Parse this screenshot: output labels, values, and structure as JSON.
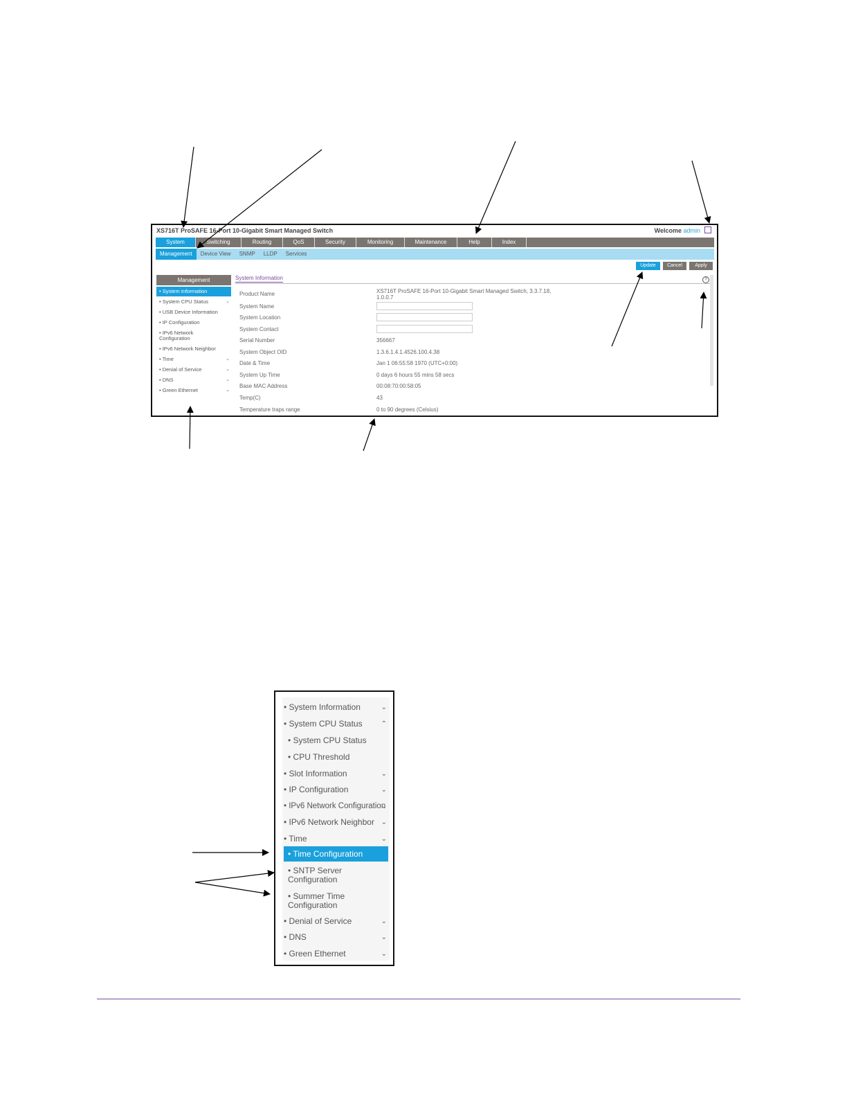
{
  "screen1": {
    "title": "XS716T ProSAFE 16-Port 10-Gigabit Smart Managed Switch",
    "welcome": "Welcome",
    "user": "admin",
    "nav": [
      "System",
      "Switching",
      "Routing",
      "QoS",
      "Security",
      "Monitoring",
      "Maintenance",
      "Help",
      "Index"
    ],
    "subnav": [
      "Management",
      "Device View",
      "SNMP",
      "LLDP",
      "Services"
    ],
    "buttons": {
      "update": "Update",
      "cancel": "Cancel",
      "apply": "Apply"
    },
    "sidebar_header": "Management",
    "sidebar": [
      {
        "label": "System Information"
      },
      {
        "label": "System CPU Status"
      },
      {
        "label": "USB Device Information"
      },
      {
        "label": "IP Configuration"
      },
      {
        "label": "IPv6 Network Configuration"
      },
      {
        "label": "IPv6 Network Neighbor"
      },
      {
        "label": "Time"
      },
      {
        "label": "Denial of Service"
      },
      {
        "label": "DNS"
      },
      {
        "label": "Green Ethernet"
      }
    ],
    "section_title": "System Information",
    "rows": [
      {
        "label": "Product Name",
        "value": "XS716T ProSAFE 16-Port 10-Gigabit Smart Managed Switch, 3.3.7.18, 1.0.0.7"
      },
      {
        "label": "System Name",
        "value": ""
      },
      {
        "label": "System Location",
        "value": ""
      },
      {
        "label": "System Contact",
        "value": ""
      },
      {
        "label": "Serial Number",
        "value": "356667"
      },
      {
        "label": "System Object OID",
        "value": "1.3.6.1.4.1.4526.100.4.38"
      },
      {
        "label": "Date & Time",
        "value": "Jan 1 06:55:58 1970 (UTC+0:00)"
      },
      {
        "label": "System Up Time",
        "value": "0 days 6 hours 55 mins 58 secs"
      },
      {
        "label": "Base MAC Address",
        "value": "00:08:70:00:58:05"
      },
      {
        "label": "Temp(C)",
        "value": "43"
      },
      {
        "label": "Temperature traps range",
        "value": "0 to 90 degrees (Celsius)"
      }
    ],
    "help_symbol": "?"
  },
  "screen2": {
    "items": [
      {
        "label": "System Information"
      },
      {
        "label": "System CPU Status"
      },
      {
        "label": "System CPU Status"
      },
      {
        "label": "CPU Threshold"
      },
      {
        "label": "Slot Information"
      },
      {
        "label": "IP Configuration"
      },
      {
        "label": "IPv6 Network Configuration"
      },
      {
        "label": "IPv6 Network Neighbor"
      },
      {
        "label": "Time"
      },
      {
        "label": "Time Configuration"
      },
      {
        "label": "SNTP Server Configuration"
      },
      {
        "label": "Summer Time Configuration"
      },
      {
        "label": "Denial of Service"
      },
      {
        "label": "DNS"
      },
      {
        "label": "Green Ethernet"
      }
    ]
  },
  "colors": {
    "accent": "#1aa0dc",
    "nav_bg": "#7a7570",
    "subnav_bg": "#a8dcf2",
    "brand_purple": "#7a4aa0"
  }
}
